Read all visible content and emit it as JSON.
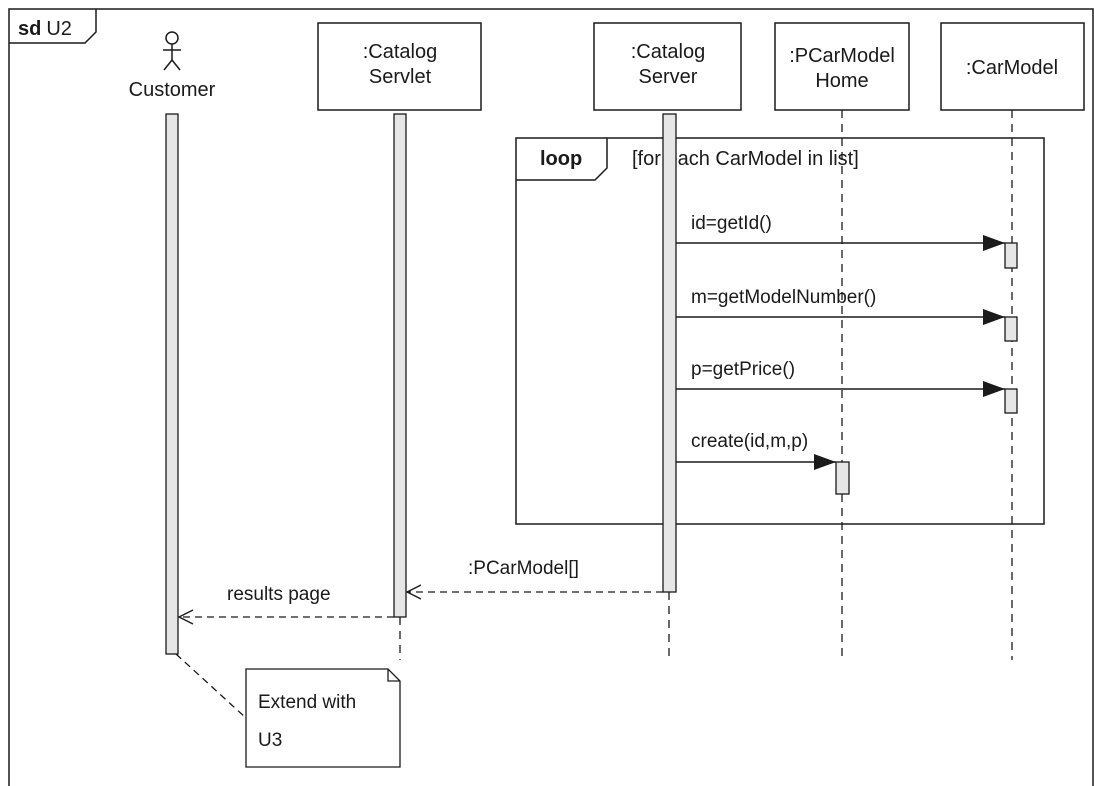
{
  "frame": {
    "keyword": "sd",
    "name": "U2"
  },
  "actor": {
    "label": "Customer"
  },
  "lifelines": {
    "servlet": {
      "line1": ":Catalog",
      "line2": "Servlet"
    },
    "server": {
      "line1": ":Catalog",
      "line2": "Server"
    },
    "home": {
      "line1": ":PCarModel",
      "line2": "Home"
    },
    "carmodel": {
      "label": ":CarModel"
    }
  },
  "loop": {
    "keyword": "loop",
    "guard": "[for each CarModel in list]"
  },
  "messages": {
    "get_id": "id=getId()",
    "get_model_number": "m=getModelNumber()",
    "get_price": "p=getPrice()",
    "create": "create(id,m,p)",
    "return_array": ":PCarModel[]",
    "results_page": "results page"
  },
  "note": {
    "line1": "Extend with",
    "line2": "U3"
  }
}
